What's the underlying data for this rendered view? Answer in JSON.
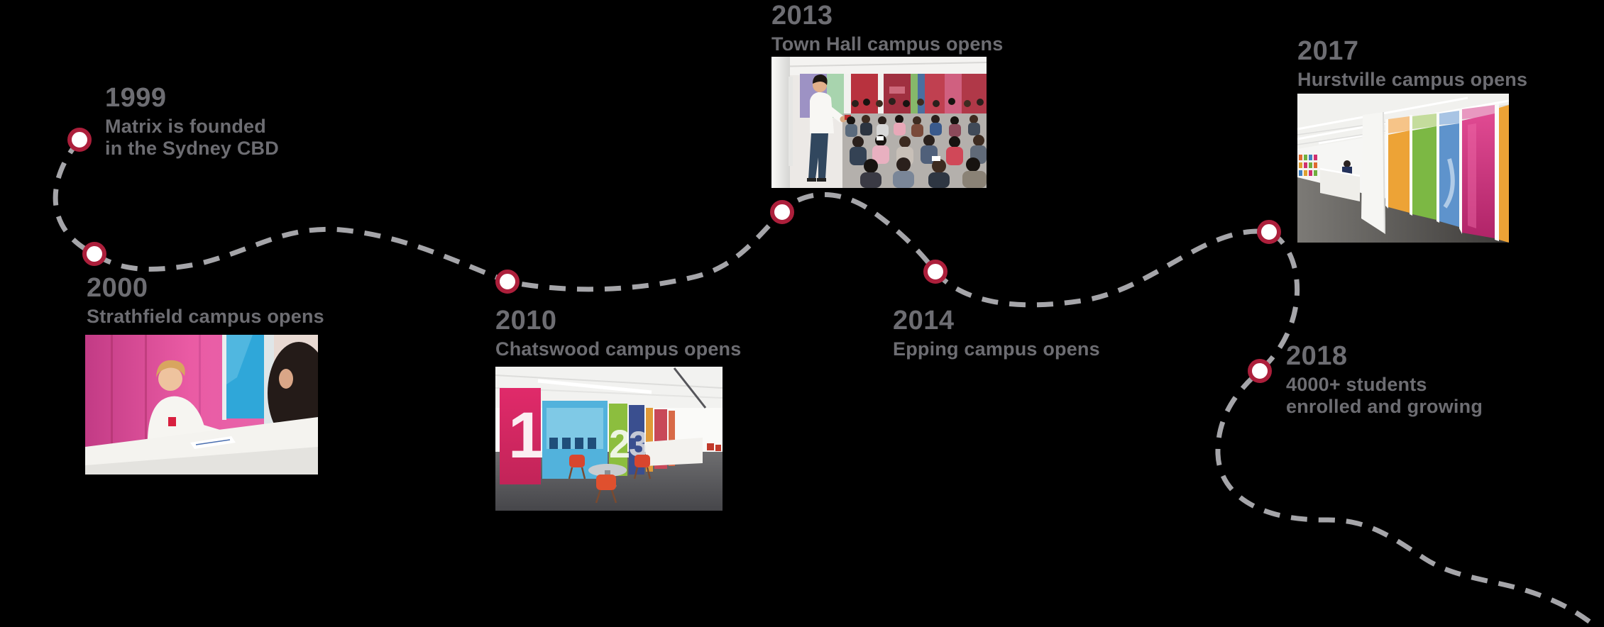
{
  "colors": {
    "background": "#000000",
    "text": "#6d6d72",
    "path_dash": "#a5a5a9",
    "node_ring": "#ac1f3b",
    "node_fill": "#ffffff"
  },
  "milestones": [
    {
      "year": "1999",
      "lines": [
        "Matrix is founded",
        "in the Sydney CBD"
      ]
    },
    {
      "year": "2000",
      "lines": [
        "Strathfield campus opens"
      ],
      "photo": "strathfield-reception-photo"
    },
    {
      "year": "2010",
      "lines": [
        "Chatswood campus opens"
      ],
      "photo": "chatswood-campus-interior-photo"
    },
    {
      "year": "2013",
      "lines": [
        "Town Hall campus opens"
      ],
      "photo": "town-hall-seminar-photo"
    },
    {
      "year": "2014",
      "lines": [
        "Epping campus opens"
      ]
    },
    {
      "year": "2017",
      "lines": [
        "Hurstville campus opens"
      ],
      "photo": "hurstville-campus-interior-photo"
    },
    {
      "year": "2018",
      "lines": [
        "4000+ students",
        "enrolled and growing"
      ]
    }
  ]
}
